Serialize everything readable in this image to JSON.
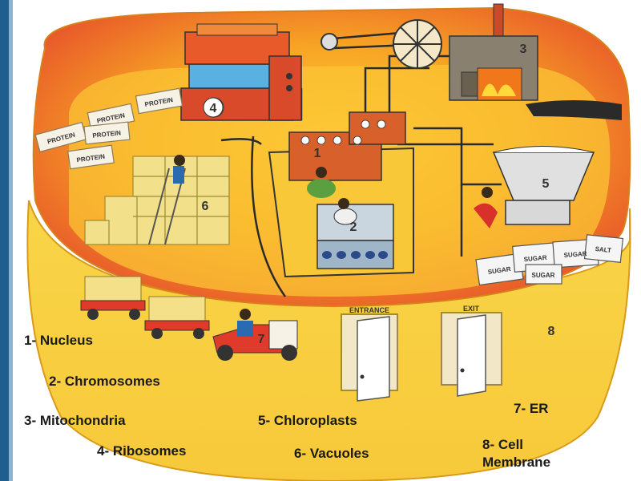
{
  "labels": {
    "nucleus": "1- Nucleus",
    "chromosomes": "2- Chromosomes",
    "mitochondria": "3- Mitochondria",
    "ribosomes": "4- Ribosomes",
    "chloroplasts": "5- Chloroplasts",
    "vacuoles": "6- Vacuoles",
    "er": "7- ER",
    "cell_membrane": "8- Cell Membrane"
  },
  "illustration": {
    "numbers": [
      "1",
      "2",
      "3",
      "4",
      "5",
      "6",
      "7",
      "8"
    ],
    "crate_text": "PROTEIN",
    "sack_text": "SUGAR",
    "sack_text_alt": "SALT",
    "door_entrance": "ENTRANCE",
    "door_exit": "EXIT"
  },
  "colors": {
    "floor": "#f4b62a",
    "wall": "#f7cf3e",
    "outer": "#f29a2a",
    "inner_top": "#e8582a",
    "accent_blue": "#1f5f8f"
  }
}
